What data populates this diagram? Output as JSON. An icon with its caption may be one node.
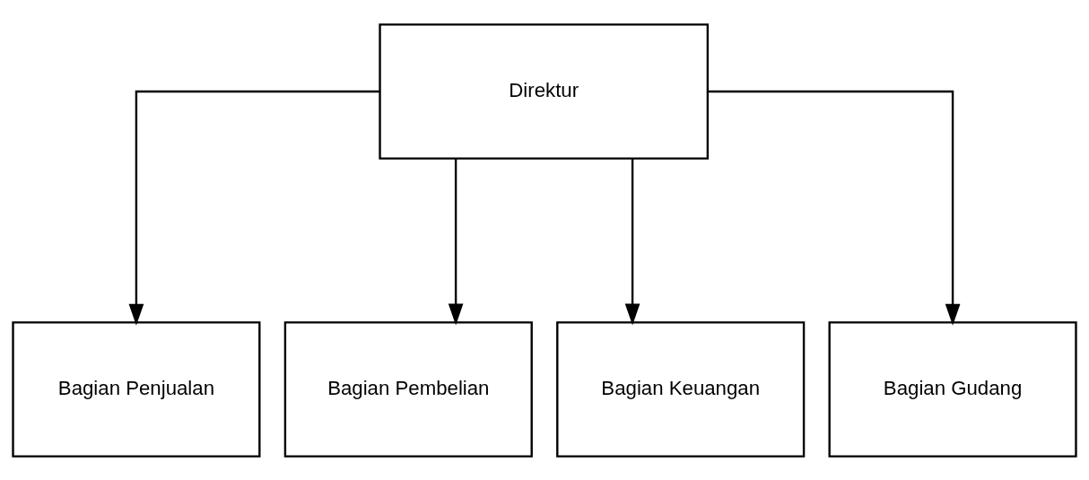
{
  "diagram": {
    "nodes": [
      {
        "text": [
          "Direktur"
        ]
      },
      {
        "text": [
          "Bagian Penjualan"
        ]
      },
      {
        "text": [
          "Bagian Pembelian"
        ]
      },
      {
        "text": [
          "Bagian Keuangan"
        ]
      },
      {
        "text": [
          "Bagian Gudang"
        ]
      }
    ],
    "edges": [
      {
        "from": 0,
        "to": 1,
        "arrow": "to"
      },
      {
        "from": 0,
        "to": 2,
        "arrow": "to"
      },
      {
        "from": 0,
        "to": 3,
        "arrow": "to"
      },
      {
        "from": 0,
        "to": 4,
        "arrow": "to"
      }
    ]
  }
}
